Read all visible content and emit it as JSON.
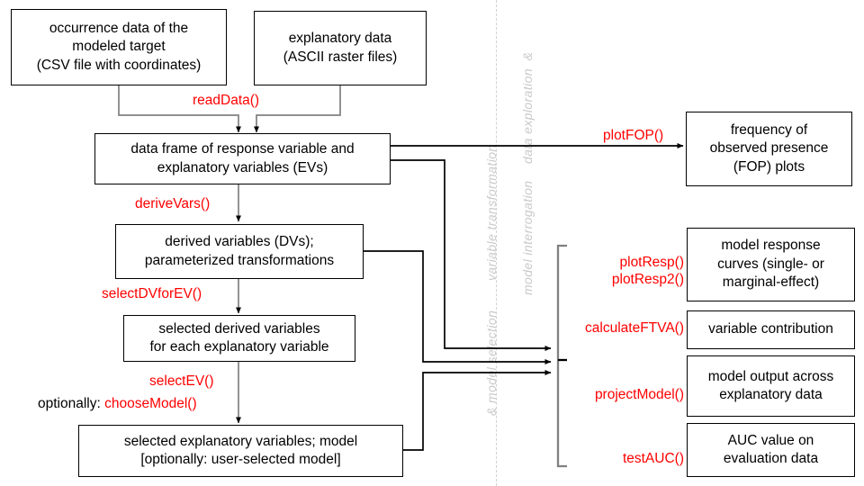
{
  "diagram": {
    "title": "MIAmaxent-style modelling workflow flowchart",
    "accent_function_color": "#ff0000",
    "box_border_color": "#000000",
    "section_label_color": "#c9c9c9",
    "background": "#ffffff"
  },
  "boxes": {
    "occurrence_data": "occurrence data of the\nmodeled target\n(CSV file with coordinates)",
    "explanatory_data": "explanatory data\n(ASCII raster files)",
    "data_frame": "data frame of response variable and\nexplanatory variables (EVs)",
    "derived_variables": "derived variables (DVs);\nparameterized transformations",
    "selected_derived_variables": "selected derived variables\nfor each explanatory variable",
    "selected_explanatory_variables": "selected explanatory variables; model\n[optionally: user-selected model]",
    "fop_plots": "frequency of\nobserved presence\n(FOP) plots",
    "response_curves": "model response\ncurves (single- or\nmarginal-effect)",
    "variable_contribution": "variable contribution",
    "model_output": "model output across\nexplanatory data",
    "auc_value": "AUC value on\nevaluation data"
  },
  "functions": {
    "read_data": "readData()",
    "derive_vars": "deriveVars()",
    "select_dv_for_ev": "selectDVforEV()",
    "select_ev": "selectEV()",
    "choose_model": "optionally: chooseModel()",
    "plot_fop": "plotFOP()",
    "plot_resp": "plotResp()\nplotResp2()",
    "calculate_ftva": "calculateFTVA()",
    "project_model": "projectModel()",
    "test_auc": "testAUC()"
  },
  "section_labels": {
    "left_upper": "variable transformation",
    "left_lower": "& model selection",
    "right_upper": "data exploration  &",
    "right_lower": "model interrogation"
  }
}
